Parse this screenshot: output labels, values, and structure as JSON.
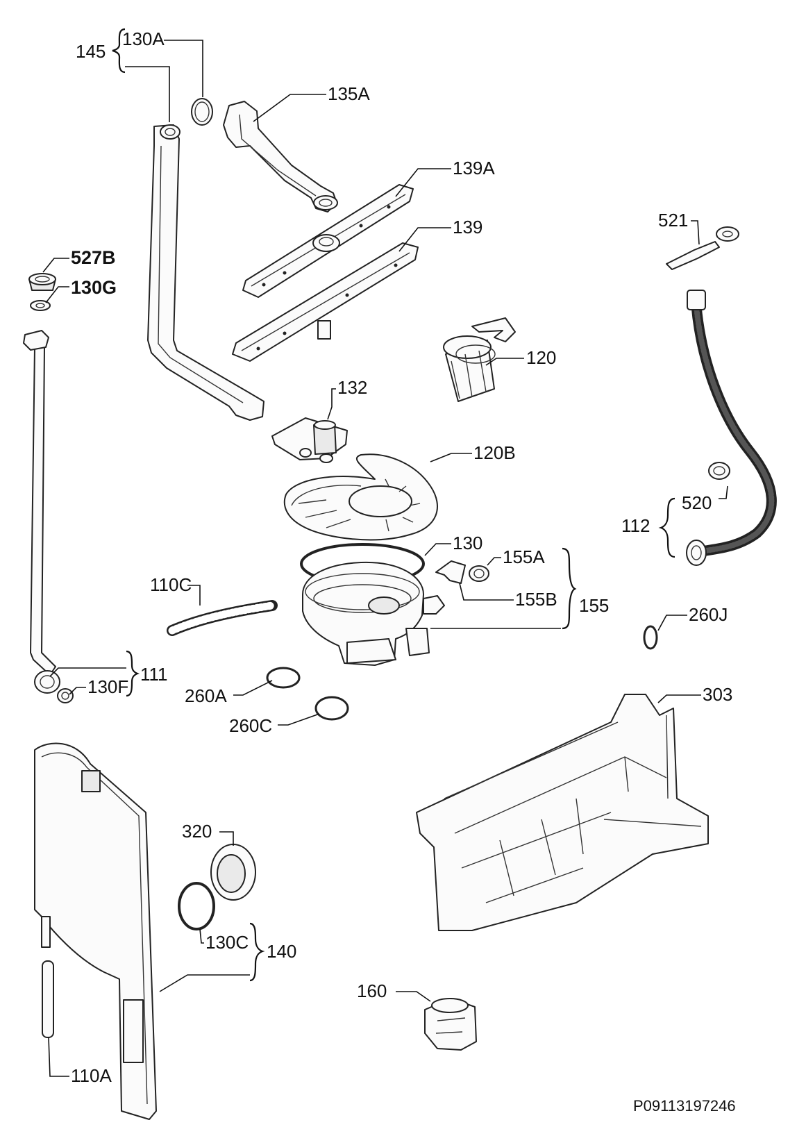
{
  "labels": {
    "l145": "145",
    "l130a": "130A",
    "l135a": "135A",
    "l139a": "139A",
    "l139": "139",
    "l521": "521",
    "l527b": "527B",
    "l130g": "130G",
    "l120": "120",
    "l132": "132",
    "l120b": "120B",
    "l520": "520",
    "l112": "112",
    "l130": "130",
    "l155a": "155A",
    "l110c": "110C",
    "l155b": "155B",
    "l155": "155",
    "l260j": "260J",
    "l130f": "130F",
    "l111": "111",
    "l260a": "260A",
    "l303": "303",
    "l260c": "260C",
    "l320": "320",
    "l130c": "130C",
    "l140": "140",
    "l160": "160",
    "l110a": "110A"
  },
  "drawing_code": "P09113197246"
}
